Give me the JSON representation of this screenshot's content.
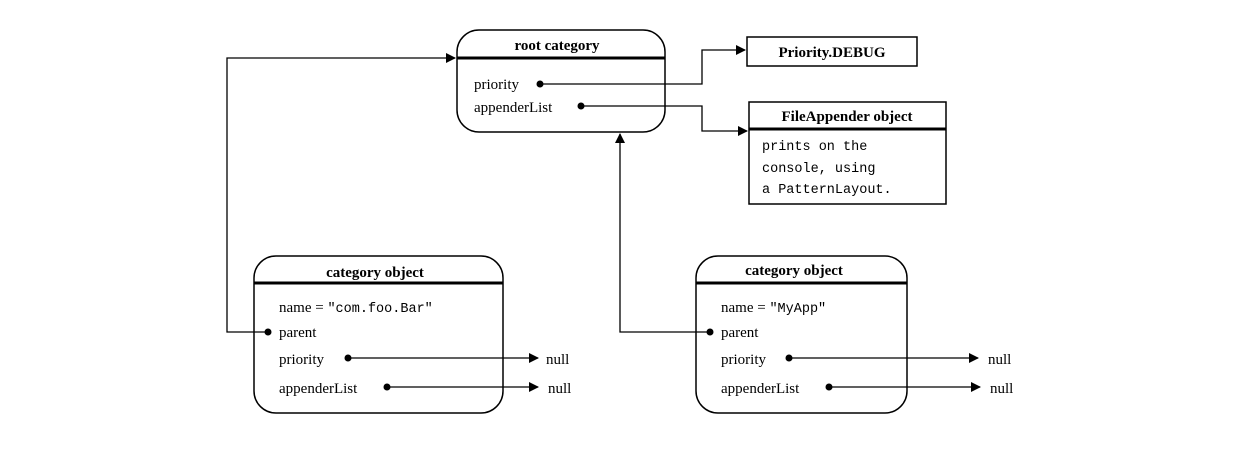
{
  "root": {
    "title": "root category",
    "fields": [
      "priority",
      "appenderList"
    ]
  },
  "priority_box": {
    "label": "Priority.DEBUG"
  },
  "appender_box": {
    "title": "FileAppender object",
    "lines": [
      "prints on the",
      "console, using",
      "a PatternLayout."
    ]
  },
  "left_object": {
    "title": "category object",
    "name_label": "name = ",
    "name_value": "\"com.foo.Bar\"",
    "fields": [
      "parent",
      "priority",
      "appenderList"
    ],
    "null_labels": [
      "null",
      "null"
    ]
  },
  "right_object": {
    "title": "category object",
    "name_label": "name = ",
    "name_value": "\"MyApp\"",
    "fields": [
      "parent",
      "priority",
      "appenderList"
    ],
    "null_labels": [
      "null",
      "null"
    ]
  }
}
